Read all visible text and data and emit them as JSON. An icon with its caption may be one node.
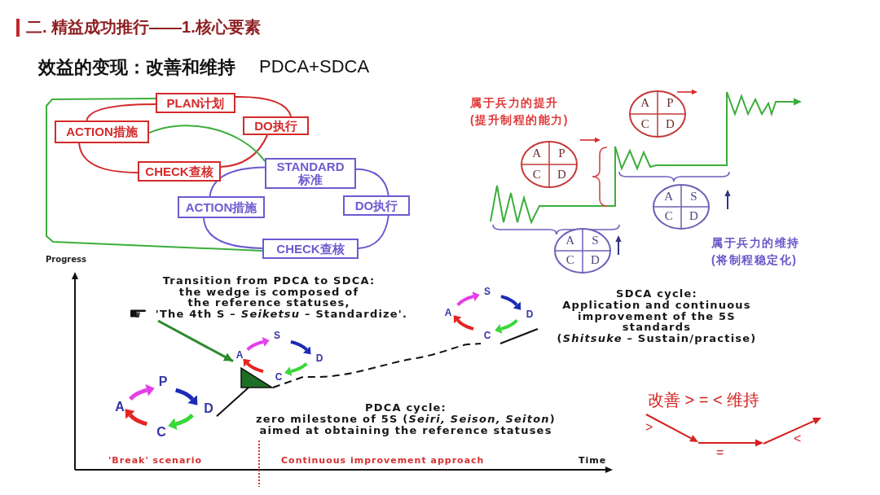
{
  "diagram": {
    "title": "二. 精益成功推行——1.核心要素",
    "nodes": [
      {
        "text": [
          "PLAN计划"
        ]
      },
      {
        "text": [
          "ACTION措施"
        ]
      },
      {
        "text": [
          "DO执行"
        ]
      },
      {
        "text": [
          "CHECK查核"
        ]
      },
      {
        "text": [
          "STANDARD 标准"
        ]
      },
      {
        "text": [
          "ACTION措施"
        ]
      },
      {
        "text": [
          "DO执行"
        ]
      },
      {
        "text": [
          "CHECK查核"
        ]
      },
      {
        "text": [
          "A",
          "P",
          "C",
          "D"
        ]
      },
      {
        "text": [
          "A",
          "P",
          "C",
          "D"
        ]
      },
      {
        "text": [
          "A",
          "S",
          "C",
          "D"
        ]
      },
      {
        "text": [
          "A",
          "S",
          "C",
          "D"
        ]
      },
      {
        "text": [
          "Transition from PDCA to SDCA:",
          "the wedge is composed of the reference statuses,",
          "'The 4th S – *Seiketsu* – Standardize'."
        ]
      },
      {
        "text": [
          "S",
          "A",
          "D",
          "C"
        ]
      },
      {
        "text": [
          "S",
          "A",
          "D",
          "C"
        ]
      },
      {
        "text": [
          "P",
          "A",
          "D",
          "C"
        ]
      }
    ],
    "edges": [
      {
        "from": 0,
        "to": 2,
        "arrow": "none",
        "color": "#d42a2a"
      },
      {
        "from": 2,
        "to": 3,
        "arrow": "none",
        "color": "#d42a2a"
      },
      {
        "from": 3,
        "to": 1,
        "arrow": "none",
        "color": "#d42a2a"
      },
      {
        "from": 1,
        "to": 0,
        "arrow": "none",
        "color": "#d42a2a"
      },
      {
        "from": 4,
        "to": 6,
        "arrow": "none",
        "color": "#6c5bd0"
      },
      {
        "from": 6,
        "to": 7,
        "arrow": "none",
        "color": "#6c5bd0"
      },
      {
        "from": 7,
        "to": 5,
        "arrow": "none",
        "color": "#6c5bd0"
      },
      {
        "from": 5,
        "to": 4,
        "arrow": "none",
        "color": "#6c5bd0"
      },
      {
        "from": 1,
        "to": 4,
        "arrow": "none",
        "color": "#3cae3c"
      },
      {
        "from": 0,
        "to": 7,
        "arrow": "none",
        "color": "#3cae3c"
      },
      {
        "from": 12,
        "to": 14,
        "arrow": "to",
        "color": "#2a8a2e"
      },
      {
        "from": 15,
        "to": 14,
        "arrow": "none",
        "color": "#111111"
      },
      {
        "from": 14,
        "to": 13,
        "arrow": "none",
        "style": "dashed",
        "color": "#111111"
      },
      {
        "from": 13,
        "to": null,
        "arrow": "none",
        "color": "#111111"
      }
    ],
    "labels": [
      "效益的变现：改善和维持",
      "PDCA+SDCA",
      "属于兵力的提升 (提升制程的能力)",
      "属于兵力的维持 (将制程稳定化)",
      "Progress",
      "SDCA cycle:",
      "Application and continuous improvement of the 5S standards",
      "(*Shitsuke* – Sustain/practise)",
      "改善 > = < 维持",
      "PDCA cycle:",
      "zero milestone of 5S (*Seiri, Seison, Seiton*) aimed at obtaining the reference statuses",
      ">",
      "<",
      "=",
      "'Break' scenario",
      "Continuous improvement approach",
      "Time"
    ]
  }
}
